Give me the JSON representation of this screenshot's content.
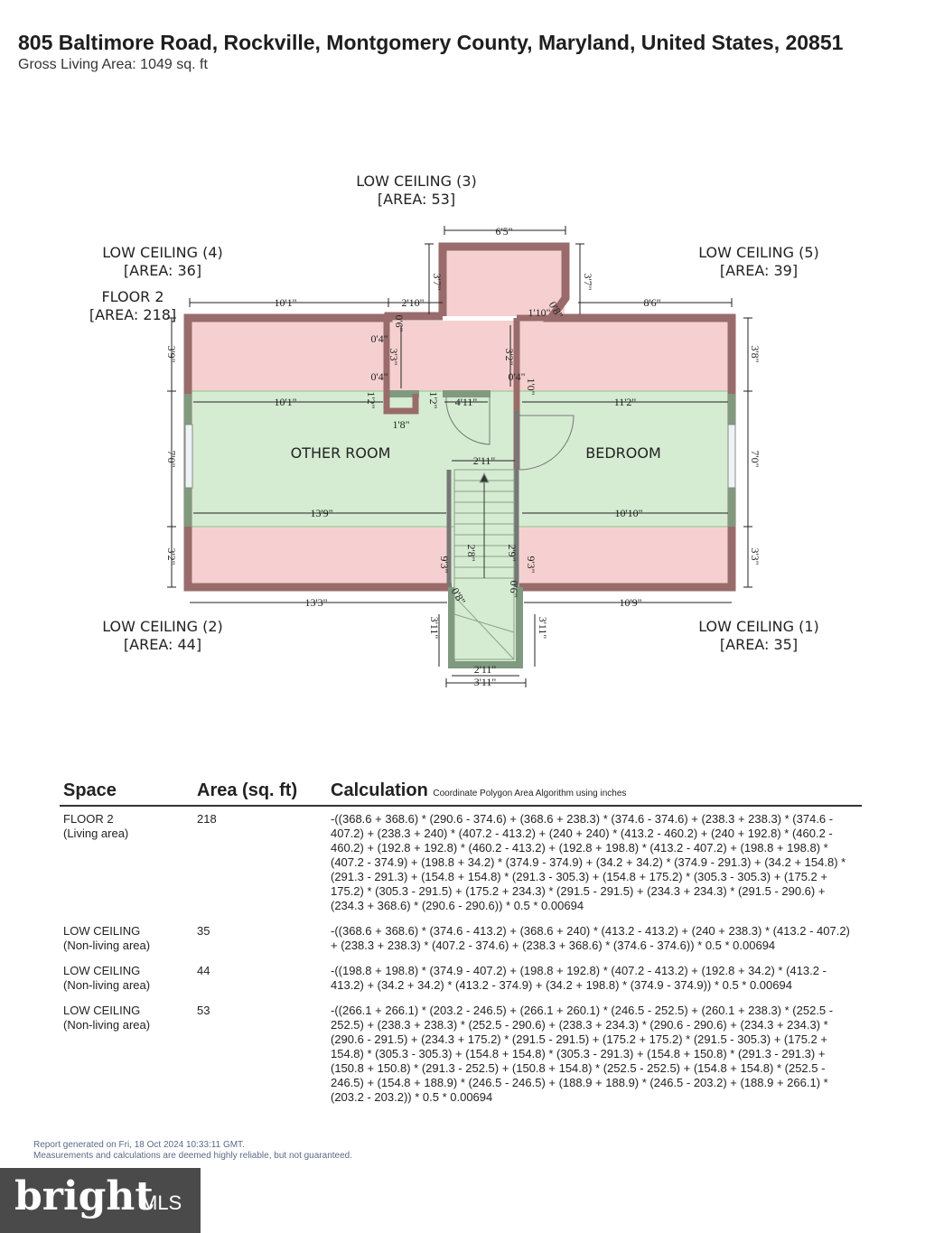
{
  "header": {
    "address": "805 Baltimore Road, Rockville, Montgomery County, Maryland, United States, 20851",
    "gross_area": "Gross Living Area: 1049 sq. ft"
  },
  "plan": {
    "labels": {
      "lc3": "LOW CEILING (3)",
      "lc3_area": "[AREA: 53]",
      "lc4": "LOW CEILING (4)",
      "lc4_area": "[AREA: 36]",
      "lc5": "LOW CEILING (5)",
      "lc5_area": "[AREA: 39]",
      "floor2": "FLOOR 2",
      "floor2_area": "[AREA: 218]",
      "lc2": "LOW CEILING (2)",
      "lc2_area": "[AREA: 44]",
      "lc1": "LOW CEILING (1)",
      "lc1_area": "[AREA: 35]"
    },
    "rooms": {
      "other": "OTHER ROOM",
      "bedroom": "BEDROOM"
    },
    "dims": {
      "d_6_5": "6'5\"",
      "d_10_1_top": "10'1\"",
      "d_2_10": "2'10\"",
      "d_8_6": "8'6\"",
      "d_1_10": "1'10\"",
      "d_3_7_l": "3'7\"",
      "d_3_7_r": "3'7\"",
      "d_0_8_top": "0'8\"",
      "d_0_6_top": "0'6\"",
      "d_3_9": "3'9\"",
      "d_3_8": "3'8\"",
      "d_0_4_a": "0'4\"",
      "d_3_3": "3'3\"",
      "d_0_4_b": "0'4\"",
      "d_3_2_mid": "3'2\"",
      "d_0_4_c": "0'4\"",
      "d_1_0": "1'0\"",
      "d_10_1_mid": "10'1\"",
      "d_1_2_a": "1'2\"",
      "d_1_2_b": "1'2\"",
      "d_4_11": "4'11\"",
      "d_11_2": "11'2\"",
      "d_1_8": "1'8\"",
      "d_2_11_top": "2'11\"",
      "d_7_0_l": "7'0\"",
      "d_7_0_r": "7'0\"",
      "d_13_9": "13'9\"",
      "d_10_10": "10'10\"",
      "d_3_2_l": "3'2\"",
      "d_3_3_r": "3'3\"",
      "d_9_3_l": "9'3\"",
      "d_2_8": "2'8\"",
      "d_2_9": "2'9\"",
      "d_9_3_r": "9'3\"",
      "d_13_3": "13'3\"",
      "d_10_9": "10'9\"",
      "d_0_8_b": "0'8\"",
      "d_0_6_b": "0'6\"",
      "d_3_11_l": "3'11\"",
      "d_3_11_r": "3'11\"",
      "d_2_11_b": "2'11\"",
      "d_3_11_b": "3'11\""
    }
  },
  "table": {
    "headers": {
      "space": "Space",
      "area": "Area (sq. ft)",
      "calc": "Calculation",
      "calc_note": "Coordinate Polygon Area Algorithm using inches"
    },
    "rows": [
      {
        "space": "FLOOR 2",
        "type": "(Living area)",
        "area": "218",
        "calc": "-((368.6 + 368.6) * (290.6 - 374.6) + (368.6 + 238.3) * (374.6 - 374.6) + (238.3 + 238.3) * (374.6 - 407.2) + (238.3 + 240) * (407.2 - 413.2) + (240 + 240) * (413.2 - 460.2) + (240 + 192.8) * (460.2 - 460.2) + (192.8 + 192.8) * (460.2 - 413.2) + (192.8 + 198.8) * (413.2 - 407.2) + (198.8 + 198.8) * (407.2 - 374.9) + (198.8 + 34.2) * (374.9 - 374.9) + (34.2 + 34.2) * (374.9 - 291.3) + (34.2 + 154.8) * (291.3 - 291.3) + (154.8 + 154.8) * (291.3 - 305.3) + (154.8 + 175.2) * (305.3 - 305.3) + (175.2 + 175.2) * (305.3 - 291.5) + (175.2 + 234.3) * (291.5 - 291.5) + (234.3 + 234.3) * (291.5 - 290.6) + (234.3 + 368.6) * (290.6 - 290.6)) * 0.5 * 0.00694"
      },
      {
        "space": "LOW CEILING",
        "type": "(Non-living area)",
        "area": "35",
        "calc": "-((368.6 + 368.6) * (374.6 - 413.2) + (368.6 + 240) * (413.2 - 413.2) + (240 + 238.3) * (413.2 - 407.2) + (238.3 + 238.3) * (407.2 - 374.6) + (238.3 + 368.6) * (374.6 - 374.6)) * 0.5 * 0.00694"
      },
      {
        "space": "LOW CEILING",
        "type": "(Non-living area)",
        "area": "44",
        "calc": "-((198.8 + 198.8) * (374.9 - 407.2) + (198.8 + 192.8) * (407.2 - 413.2) + (192.8 + 34.2) * (413.2 - 413.2) + (34.2 + 34.2) * (413.2 - 374.9) + (34.2 + 198.8) * (374.9 - 374.9)) * 0.5 * 0.00694"
      },
      {
        "space": "LOW CEILING",
        "type": "(Non-living area)",
        "area": "53",
        "calc": "-((266.1 + 266.1) * (203.2 - 246.5) + (266.1 + 260.1) * (246.5 - 252.5) + (260.1 + 238.3) * (252.5 - 252.5) + (238.3 + 238.3) * (252.5 - 290.6) + (238.3 + 234.3) * (290.6 - 290.6) + (234.3 + 234.3) * (290.6 - 291.5) + (234.3 + 175.2) * (291.5 - 291.5) + (175.2 + 175.2) * (291.5 - 305.3) + (175.2 + 154.8) * (305.3 - 305.3) + (154.8 + 154.8) * (305.3 - 291.3) + (154.8 + 150.8) * (291.3 - 291.3) + (150.8 + 150.8) * (291.3 - 252.5) + (150.8 + 154.8) * (252.5 - 252.5) + (154.8 + 154.8) * (252.5 - 246.5) + (154.8 + 188.9) * (246.5 - 246.5) + (188.9 + 188.9) * (246.5 - 203.2) + (188.9 + 266.1) * (203.2 - 203.2)) * 0.5 * 0.00694"
      }
    ]
  },
  "footer": {
    "line1": "Report generated on Fri, 18 Oct 2024 10:33:11 GMT.",
    "line2": "Measurements and calculations are deemed highly reliable, but not guaranteed."
  },
  "logo": {
    "brand": "bright",
    "suffix": "MLS"
  },
  "colors": {
    "wall": "#9a6b6b",
    "low_ceiling": "#f6d0d0",
    "living": "#d5ecd2",
    "green_wall": "#7f9a7f"
  }
}
